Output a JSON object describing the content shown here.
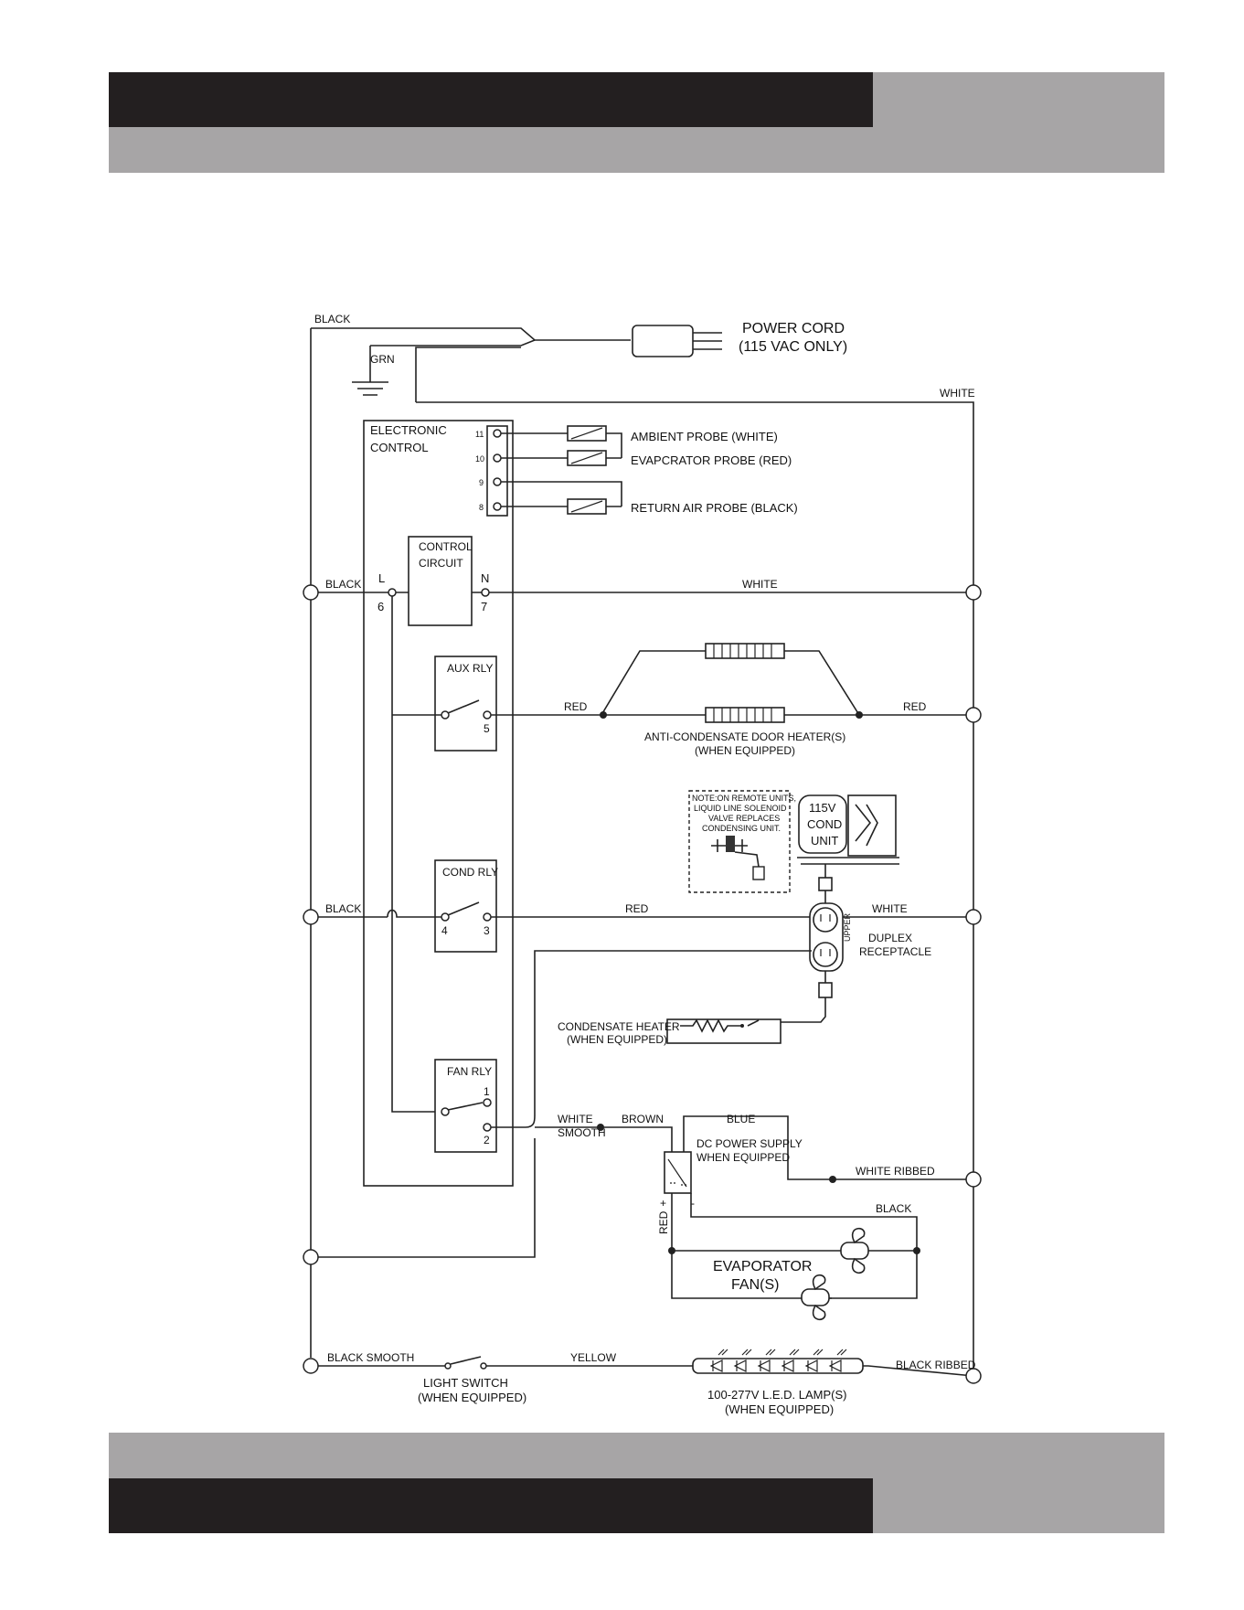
{
  "colors": {
    "header_black": "#231f20",
    "header_gray": "#a7a5a6"
  },
  "power_cord": {
    "title": "POWER CORD",
    "subtitle": "(115 VAC ONLY)"
  },
  "wires": {
    "black": "BLACK",
    "grn": "GRN",
    "white": "WHITE",
    "red": "RED",
    "brown": "BROWN",
    "blue": "BLUE",
    "white_smooth_1": "WHITE",
    "white_smooth_2": "SMOOTH",
    "white_ribbed": "WHITE RIBBED",
    "black_smooth": "BLACK SMOOTH",
    "black_ribbed": "BLACK RIBBED",
    "yellow": "YELLOW"
  },
  "control": {
    "title_1": "ELECTRONIC",
    "title_2": "CONTROL",
    "terminals": [
      "11",
      "10",
      "9",
      "8"
    ],
    "circuit_1": "CONTROL",
    "circuit_2": "CIRCUIT",
    "L": "L",
    "N": "N",
    "L_num": "6",
    "N_num": "7"
  },
  "probes": {
    "ambient": "AMBIENT PROBE (WHITE)",
    "evaporator": "EVAPCRATOR PROBE (RED)",
    "return_air": "RETURN AIR PROBE (BLACK)"
  },
  "relays": {
    "aux": {
      "label": "AUX RLY",
      "pin": "5"
    },
    "cond": {
      "label": "COND RLY",
      "pin_a": "4",
      "pin_b": "3"
    },
    "fan": {
      "label": "FAN RLY",
      "pin_a": "1",
      "pin_b": "2"
    }
  },
  "door_heater": {
    "line1": "ANTI-CONDENSATE DOOR HEATER(S)",
    "line2": "(WHEN EQUIPPED)"
  },
  "note": {
    "line1": "NOTE:ON REMOTE UNITS,",
    "line2": "LIQUID LINE SOLENOID",
    "line3": "VALVE REPLACES",
    "line4": "CONDENSING UNIT."
  },
  "cond_unit": {
    "line1": "115V",
    "line2": "COND",
    "line3": "UNIT"
  },
  "receptacle": {
    "line1": "DUPLEX",
    "line2": "RECEPTACLE",
    "upper": "UPPER"
  },
  "condensate_heater": {
    "line1": "CONDENSATE HEATER",
    "line2": "(WHEN EQUIPPED)"
  },
  "dc_supply": {
    "line1": "DC POWER SUPPLY",
    "line2": "WHEN EQUIPPED",
    "plus": "+",
    "minus": "-"
  },
  "evap_fans": {
    "line1": "EVAPORATOR",
    "line2": "FAN(S)"
  },
  "light_switch": {
    "line1": "LIGHT SWITCH",
    "line2": "(WHEN EQUIPPED)"
  },
  "led": {
    "line1": "100-277V L.E.D. LAMP(S)",
    "line2": "(WHEN EQUIPPED)"
  }
}
